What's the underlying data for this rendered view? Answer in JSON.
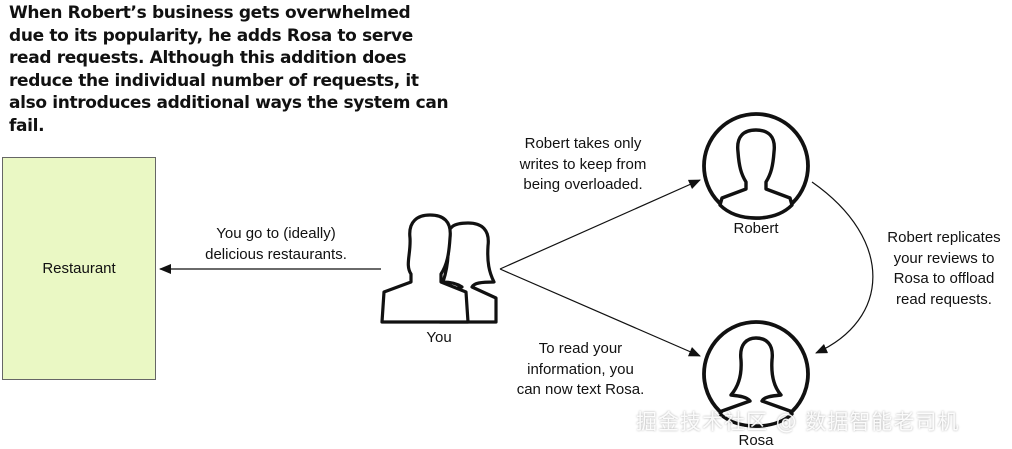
{
  "caption": "When Robert’s business gets overwhelmed due to its popularity, he adds Rosa to serve read requests. Although this addition does reduce the individual number of requests, it also introduces additional ways the system can fail.",
  "restaurant": {
    "label": "Restaurant"
  },
  "you": {
    "label": "You"
  },
  "robert": {
    "label": "Robert"
  },
  "rosa": {
    "label": "Rosa"
  },
  "annotations": {
    "you_to_restaurant": [
      "You go to (ideally)",
      "delicious restaurants."
    ],
    "you_to_robert": [
      "Robert takes only",
      "writes to keep from",
      "being overloaded."
    ],
    "robert_to_rosa": [
      "Robert replicates",
      "your reviews to",
      "Rosa to offload",
      "read requests."
    ],
    "you_to_rosa": [
      "To read your",
      "information, you",
      "can now text Rosa."
    ]
  },
  "watermark": "掘金技术社区 @ 数据智能老司机",
  "colors": {
    "restaurant_fill": "#eaf8c4",
    "stroke": "#111111"
  }
}
